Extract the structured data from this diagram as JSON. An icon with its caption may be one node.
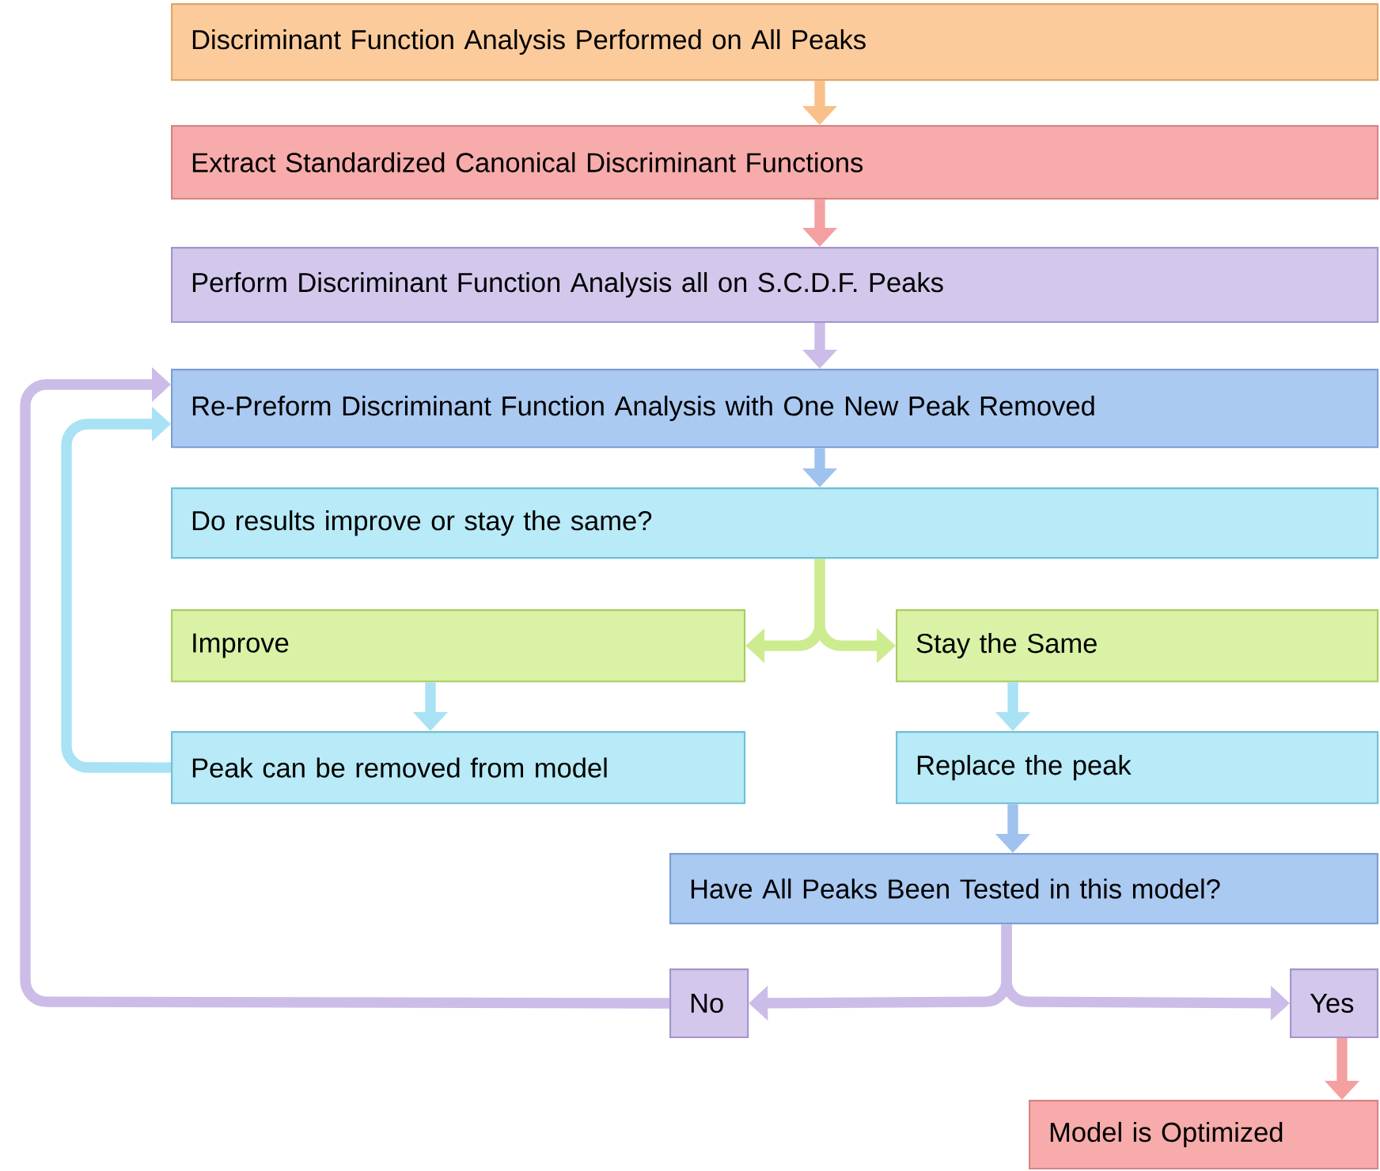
{
  "diagram": {
    "nodes": [
      {
        "text": [
          "Discriminant Function Analysis Performed on All Peaks"
        ]
      },
      {
        "text": [
          "Extract Standardized Canonical Discriminant Functions"
        ]
      },
      {
        "text": [
          "Perform Discriminant Function Analysis all on S.C.D.F. Peaks"
        ]
      },
      {
        "text": [
          "Re-Preform Discriminant Function Analysis with One New Peak Removed"
        ]
      },
      {
        "text": [
          "Do results improve or stay the same?"
        ]
      },
      {
        "text": [
          "Improve"
        ]
      },
      {
        "text": [
          "Stay the Same"
        ]
      },
      {
        "text": [
          "Peak can be removed from model"
        ]
      },
      {
        "text": [
          "Replace the peak"
        ]
      },
      {
        "text": [
          "Have All Peaks Been Tested in this model?"
        ]
      },
      {
        "text": [
          "No"
        ]
      },
      {
        "text": [
          "Yes"
        ]
      },
      {
        "text": [
          "Model is Optimized"
        ]
      }
    ],
    "edges": [
      {
        "from": 0,
        "to": 1,
        "arrow": "to",
        "color": "#f9c08a"
      },
      {
        "from": 1,
        "to": 2,
        "arrow": "to",
        "color": "#f4a0a0"
      },
      {
        "from": 2,
        "to": 3,
        "arrow": "to",
        "color": "#cbbde8"
      },
      {
        "from": 3,
        "to": 4,
        "arrow": "to",
        "color": "#9fc2ef"
      },
      {
        "from": 4,
        "to": 5,
        "arrow": "to",
        "color": "#cdeb8f"
      },
      {
        "from": 4,
        "to": 6,
        "arrow": "to",
        "color": "#cdeb8f"
      },
      {
        "from": 5,
        "to": 7,
        "arrow": "to",
        "color": "#a8e2f4"
      },
      {
        "from": 6,
        "to": 8,
        "arrow": "to",
        "color": "#a8e2f4"
      },
      {
        "from": 7,
        "to": 3,
        "arrow": "to",
        "color": "#a8e2f4"
      },
      {
        "from": 8,
        "to": 9,
        "arrow": "to",
        "color": "#9fc2ef"
      },
      {
        "from": 9,
        "to": 10,
        "arrow": "to",
        "color": "#cbbde8"
      },
      {
        "from": 9,
        "to": 11,
        "arrow": "to",
        "color": "#cbbde8"
      },
      {
        "from": 10,
        "to": 3,
        "arrow": "to",
        "color": "#cbbde8"
      },
      {
        "from": 11,
        "to": 12,
        "arrow": "to",
        "color": "#f4a0a0"
      }
    ]
  }
}
